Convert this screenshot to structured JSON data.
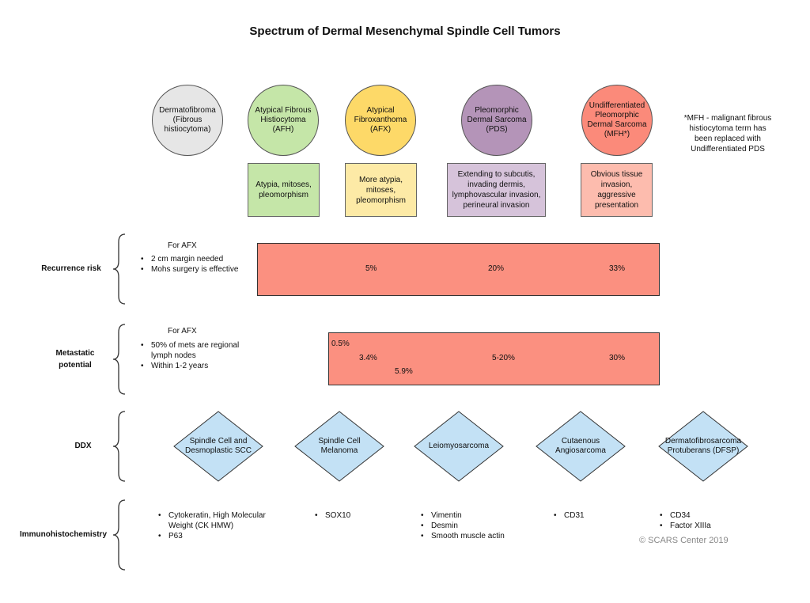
{
  "title": "Spectrum of Dermal Mesenchymal Spindle Cell Tumors",
  "colors": {
    "gray": "#e6e6e6",
    "green": "#c5e6a8",
    "yellow": "#fdd968",
    "yellow_light": "#fdeaa6",
    "purple": "#b494b8",
    "purple_light": "#d6c3da",
    "red": "#fb8a7a",
    "red_light": "#fdbcae",
    "bar": "#fb9080",
    "diamond": "#c3e1f5"
  },
  "tumors": [
    {
      "name": "Dermatofibroma (Fibrous histiocytoma)",
      "features": ""
    },
    {
      "name": "Atypical Fibrous Histiocytoma (AFH)",
      "features": "Atypia, mitoses, pleomorphism"
    },
    {
      "name": "Atypical Fibroxanthoma (AFX)",
      "features": "More atypia, mitoses, pleomorphism"
    },
    {
      "name": "Pleomorphic Dermal Sarcoma (PDS)",
      "features": "Extending to subcutis, invading dermis, lymphovascular invasion, perineural invasion"
    },
    {
      "name": "Undifferentiated Pleomorphic Dermal Sarcoma (MFH*)",
      "features": "Obvious tissue invasion, aggressive presentation"
    }
  ],
  "footnote": "*MFH - malignant fibrous histiocytoma term has been replaced with Undifferentiated PDS",
  "recurrence": {
    "label": "Recurrence risk",
    "heading": "For AFX",
    "bullets": [
      "2 cm margin needed",
      "Mohs surgery is effective"
    ],
    "values": [
      "5%",
      "20%",
      "33%"
    ]
  },
  "metastatic": {
    "label_line1": "Metastatic",
    "label_line2": "potential",
    "heading": "For AFX",
    "bullets": [
      "50%  of mets are regional lymph nodes",
      "Within 1-2 years"
    ],
    "values": [
      "0.5%",
      "3.4%",
      "5.9%",
      "5-20%",
      "30%"
    ]
  },
  "ddx": {
    "label": "DDX",
    "items": [
      "Spindle Cell and Desmoplastic SCC",
      "Spindle Cell Melanoma",
      "Leiomyosarcoma",
      "Cutaenous Angiosarcoma",
      "Dermatofibrosarcoma Protuberans (DFSP)"
    ]
  },
  "ihc": {
    "label": "Immunohistochemistry",
    "groups": [
      [
        "Cytokeratin, High Molecular Weight (CK HMW)",
        "P63"
      ],
      [
        "SOX10"
      ],
      [
        "Vimentin",
        "Desmin",
        "Smooth muscle actin"
      ],
      [
        "CD31"
      ],
      [
        "CD34",
        "Factor XIIIa"
      ]
    ]
  },
  "copyright": "© SCARS Center 2019"
}
